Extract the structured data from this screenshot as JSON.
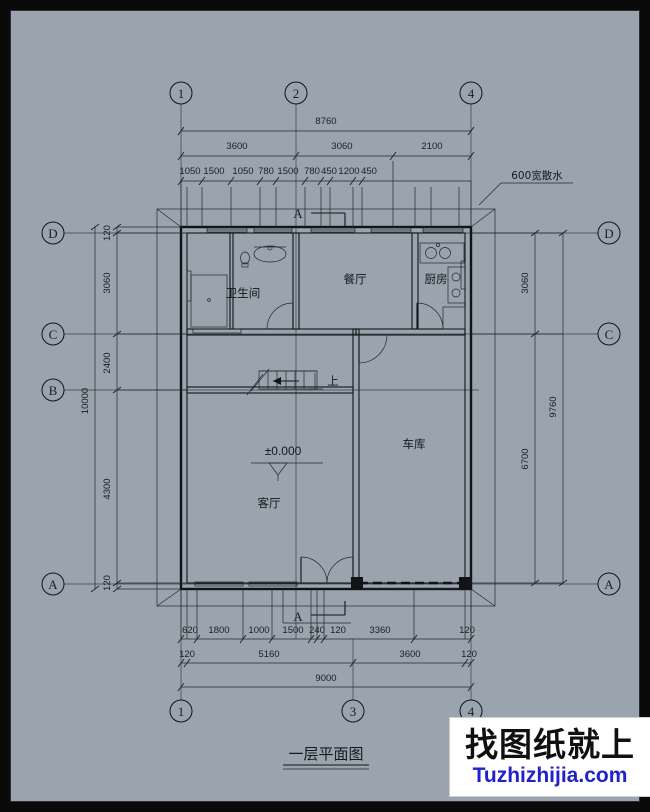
{
  "sheet": {
    "background_color": "#9aa4ae",
    "line_color": "#1a1d21",
    "title": "一层平面图",
    "title_en_meaning": "First Floor Plan"
  },
  "watermark": {
    "cn": "找图纸就上",
    "url": "Tuzhizhijia.com",
    "cn_color": "#101010",
    "url_color": "#2222c8",
    "background": "#ffffff"
  },
  "grid_labels": {
    "horizontal_top": [
      "1",
      "2",
      "4"
    ],
    "horizontal_bottom": [
      "1",
      "3",
      "4"
    ],
    "vertical_left": [
      "D",
      "C",
      "B",
      "A"
    ],
    "vertical_right": [
      "D",
      "C",
      "A"
    ]
  },
  "rooms": [
    {
      "id": "bathroom",
      "label": "卫生间",
      "meaning": "Bathroom"
    },
    {
      "id": "dining",
      "label": "餐厅",
      "meaning": "Dining Room"
    },
    {
      "id": "kitchen",
      "label": "厨房",
      "meaning": "Kitchen"
    },
    {
      "id": "living",
      "label": "客厅",
      "meaning": "Living Room"
    },
    {
      "id": "garage",
      "label": "车库",
      "meaning": "Garage"
    }
  ],
  "annotations": {
    "elevation": "±0.000",
    "stair_direction": "上",
    "apron_note": "600宽散水",
    "section_mark_top": "A",
    "section_mark_bottom": "A"
  },
  "dimensions": {
    "top_overall": "8760",
    "top_tier2": [
      "3600",
      "3060",
      "2100"
    ],
    "top_tier3": [
      "1050",
      "1500",
      "1050",
      "780",
      "1500",
      "780",
      "450",
      "1200",
      "450"
    ],
    "left_overall": "10000",
    "left_tier": [
      "120",
      "3060",
      "2400",
      "4300",
      "120"
    ],
    "right_overall": "9760",
    "right_tier": [
      "3060",
      "6700"
    ],
    "bottom_tier3": [
      "620",
      "1800",
      "1000",
      "1500",
      "240",
      "120",
      "3360",
      "120"
    ],
    "bottom_tier2": [
      "120",
      "5160",
      "3600",
      "120"
    ],
    "bottom_overall": "9000"
  }
}
